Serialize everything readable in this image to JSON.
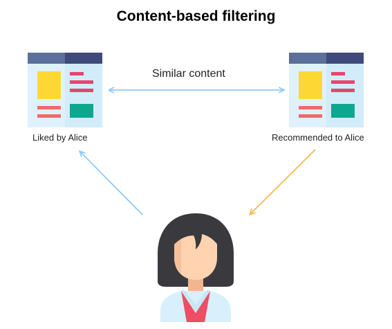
{
  "title": "Content-based filtering",
  "edge_label": "Similar content",
  "nodes": {
    "liked": {
      "caption": "Liked by Alice",
      "icon": "document-icon"
    },
    "recommended": {
      "caption": "Recommended to Alice",
      "icon": "document-icon"
    },
    "user": {
      "icon": "woman-avatar-icon"
    }
  },
  "colors": {
    "similar_arrow": "#90caf9",
    "liked_arrow": "#90caf9",
    "recommend_arrow": "#ffb74d",
    "doc_header_left": "#5c6f99",
    "doc_header_right": "#3e4a7a",
    "doc_body": "#dff1fb",
    "doc_yellow": "#fdd835",
    "doc_red": "#e5466f",
    "doc_salmon": "#f06a6a",
    "doc_teal": "#0ca78e",
    "hair": "#3a3a3e",
    "skin": "#ffd3b0",
    "shirt": "#ef4d64",
    "coat": "#d8f0fb"
  }
}
